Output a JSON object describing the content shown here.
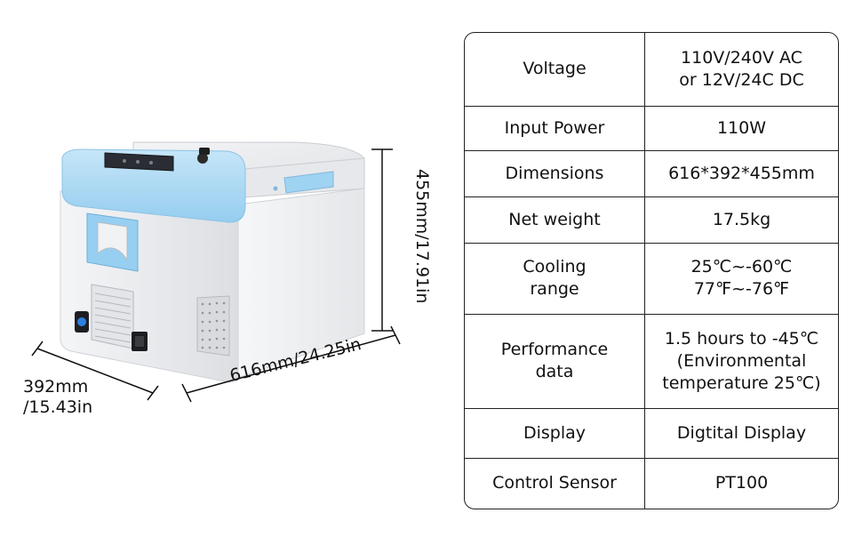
{
  "dimensions": {
    "height_label": "455mm/17.91in",
    "length_label": "616mm/24.25in",
    "depth_label": "392mm\n/15.43in"
  },
  "colors": {
    "lid_blue": "#a9d8f4",
    "body_white": "#eeeff1",
    "line": "#222222"
  },
  "specs": [
    {
      "label": "Voltage",
      "value": "110V/240V AC\nor 12V/24C DC"
    },
    {
      "label": "Input Power",
      "value": "110W"
    },
    {
      "label": "Dimensions",
      "value": "616*392*455mm"
    },
    {
      "label": "Net weight",
      "value": "17.5kg"
    },
    {
      "label": "Cooling\nrange",
      "value": "25℃~-60℃\n77℉~-76℉"
    },
    {
      "label": "Performance\ndata",
      "value": "1.5 hours to -45℃\n(Environmental\ntemperature 25℃)"
    },
    {
      "label": "Display",
      "value": "Digtital Display"
    },
    {
      "label": "Control Sensor",
      "value": "PT100"
    }
  ]
}
